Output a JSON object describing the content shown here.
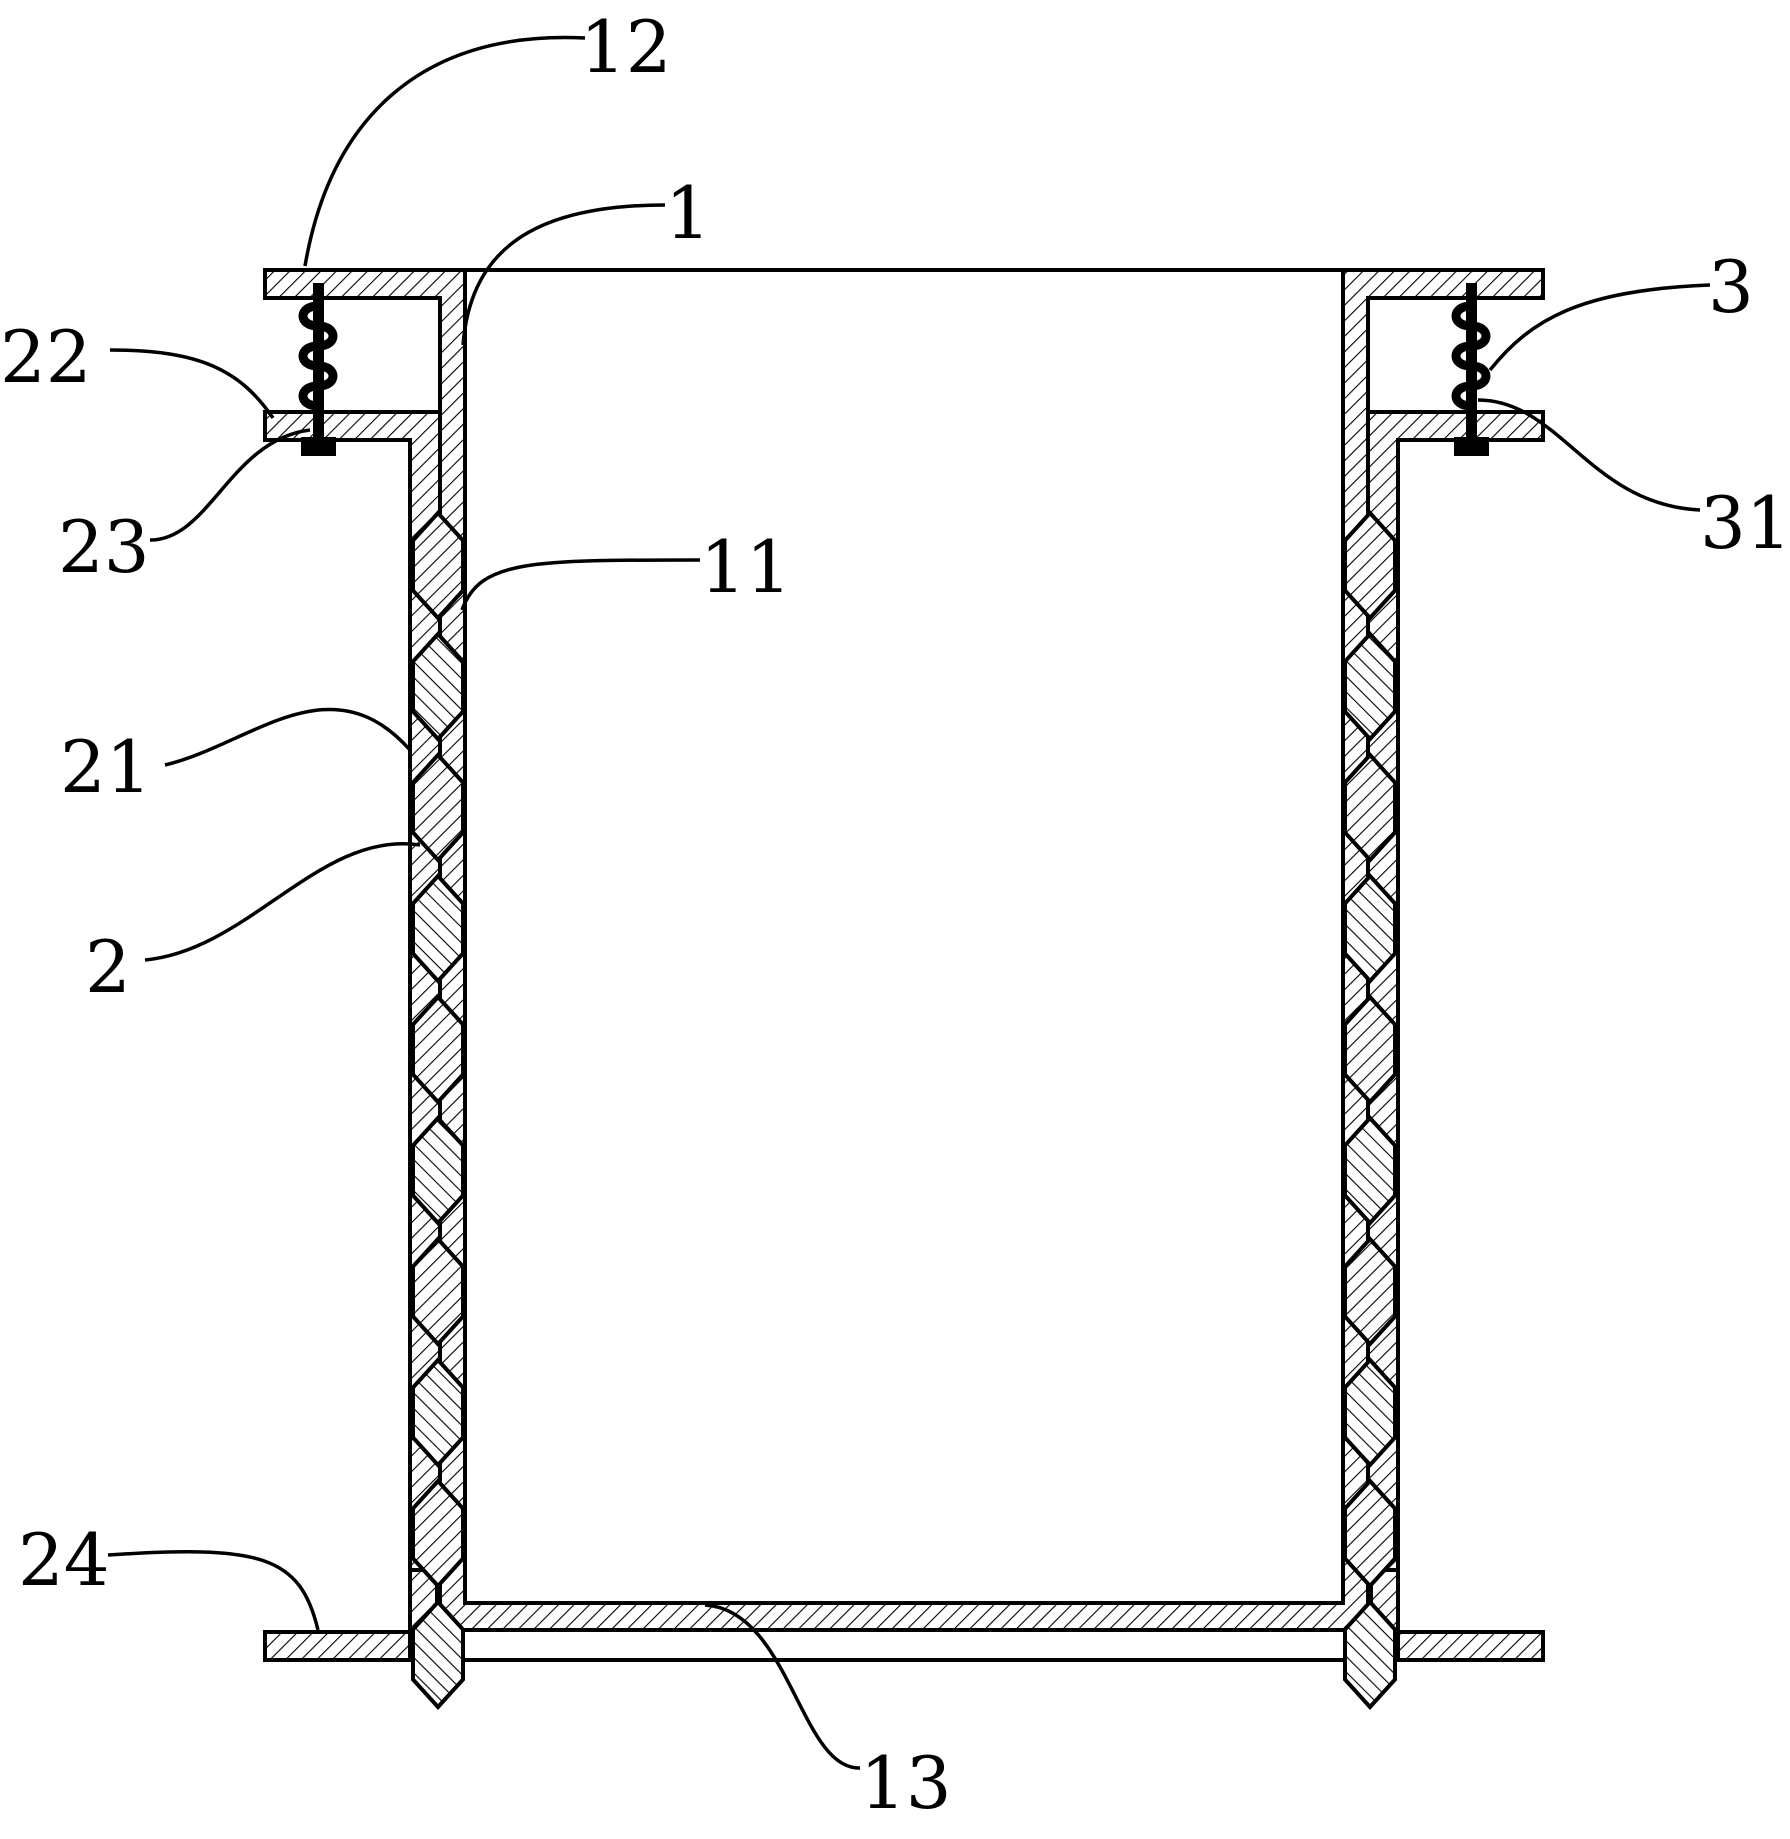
{
  "figure": {
    "labels": {
      "l12": "12",
      "l1": "1",
      "l3": "3",
      "l22": "22",
      "l31": "31",
      "l23": "23",
      "l11": "11",
      "l21": "21",
      "l2": "2",
      "l24": "24",
      "l13": "13"
    }
  },
  "colors": {
    "line": "#000000",
    "background": "#ffffff"
  }
}
